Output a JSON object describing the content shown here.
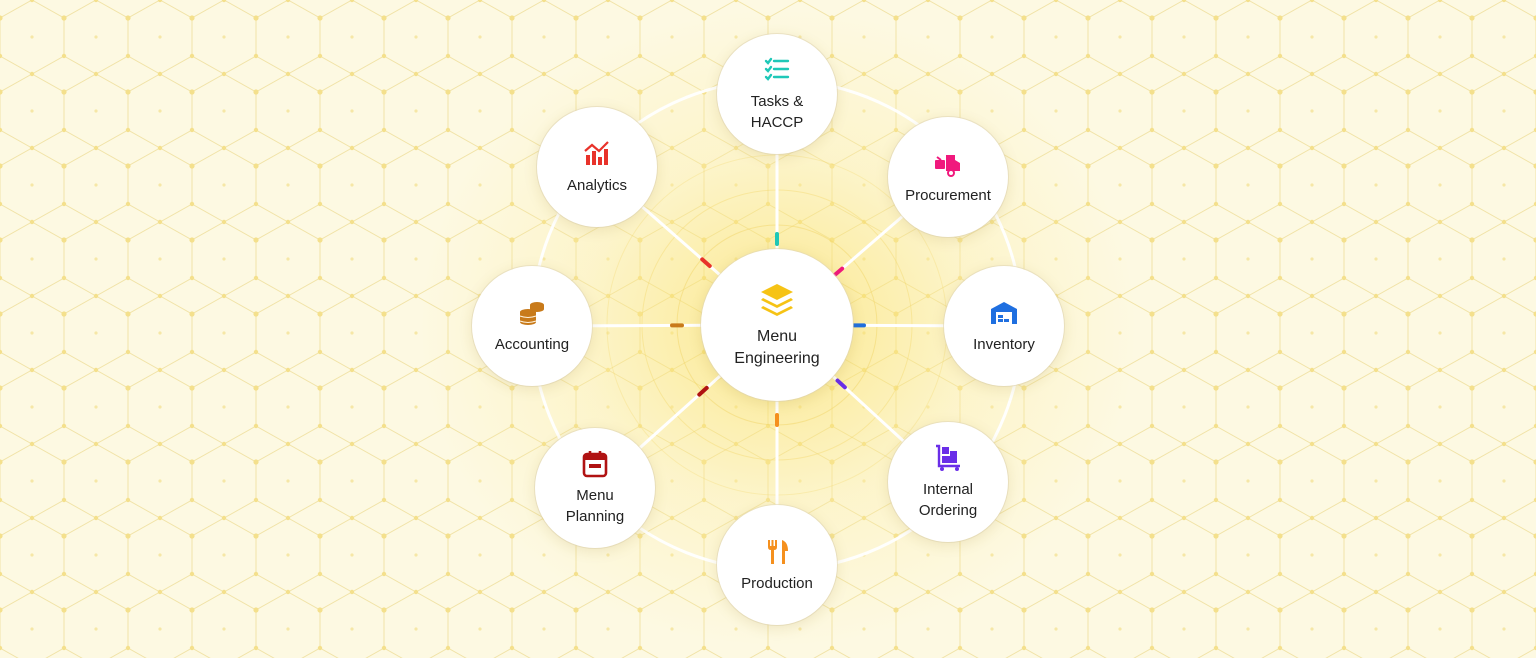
{
  "diagram": {
    "center": {
      "label": "Menu Engineering",
      "icon": "stacked-layers-icon",
      "color": "#f6c315"
    },
    "modules": [
      {
        "label": "Tasks & HACCP",
        "icon": "checklist-icon",
        "color": "#1fc8b8"
      },
      {
        "label": "Procurement",
        "icon": "delivery-truck-icon",
        "color": "#f0197d"
      },
      {
        "label": "Inventory",
        "icon": "warehouse-icon",
        "color": "#1f6fe0"
      },
      {
        "label": "Internal Ordering",
        "icon": "trolley-boxes-icon",
        "color": "#6a2ee8"
      },
      {
        "label": "Production",
        "icon": "fork-knife-icon",
        "color": "#f5901e"
      },
      {
        "label": "Menu Planning",
        "icon": "calendar-icon",
        "color": "#b01212"
      },
      {
        "label": "Accounting",
        "icon": "coin-stack-icon",
        "color": "#c87a1a"
      },
      {
        "label": "Analytics",
        "icon": "chart-trend-icon",
        "color": "#e8322a"
      }
    ]
  }
}
